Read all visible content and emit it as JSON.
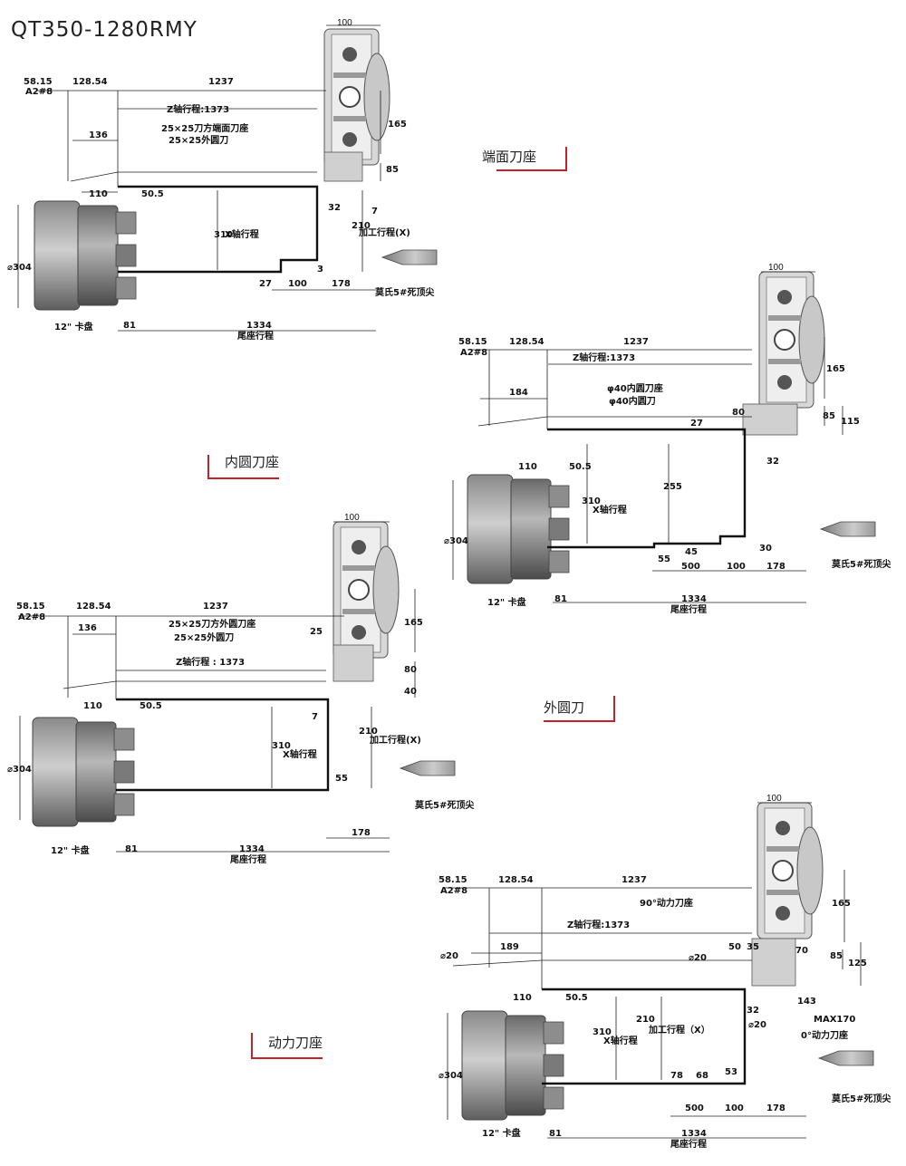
{
  "title": "QT350-1280RMY",
  "sections": {
    "face": "端面刀座",
    "inner": "内圆刀座",
    "outer": "外圆刀",
    "live": "动力刀座"
  },
  "labels": {
    "a2": "A2#8",
    "z_stroke": "Z轴行程:1373",
    "z_stroke_sp": "Z轴行程 : 1373",
    "x_stroke": "X轴行程",
    "proc_x": "加工行程(X)",
    "proc_x_sp": "加工行程（X）",
    "tail_stroke": "尾座行程",
    "chuck": "12\" 卡盘",
    "morse": "莫氏5#死顶尖",
    "face_holder": "25×25刀方端面刀座",
    "outer_tool": "25×25外圆刀",
    "outer_holder": "25×25刀方外圆刀座",
    "bore_holder": "φ40内圆刀座",
    "bore_tool": "φ40内圆刀",
    "live90": "90°动力刀座",
    "live0": "0°动力刀座",
    "max170": "MAX170"
  },
  "dims": {
    "d100": "100",
    "d58": "58.15",
    "d128": "128.54",
    "d1237": "1237",
    "d136": "136",
    "d165": "165",
    "d85": "85",
    "d110": "110",
    "d50": "50.5",
    "d310": "310",
    "d32": "32",
    "d7": "7",
    "d210": "210",
    "d304": "⌀304",
    "d27": "27",
    "d3": "3",
    "d178": "178",
    "d81": "81",
    "d1334": "1334",
    "d184": "184",
    "d80": "80",
    "d115": "115",
    "d255": "255",
    "d55": "55",
    "d45": "45",
    "d500": "500",
    "d30": "30",
    "d25": "25",
    "d40": "40",
    "d20": "⌀20",
    "d189": "189",
    "d50b": "50",
    "d35": "35",
    "d70": "70",
    "d125": "125",
    "d143": "143",
    "d78": "78",
    "d68": "68",
    "d53": "53"
  },
  "colors": {
    "arrow": "#c8202a",
    "chuck_dark": "#6e6e6e",
    "chuck_light": "#a9a9a9",
    "turret": "#d0d0d0"
  }
}
